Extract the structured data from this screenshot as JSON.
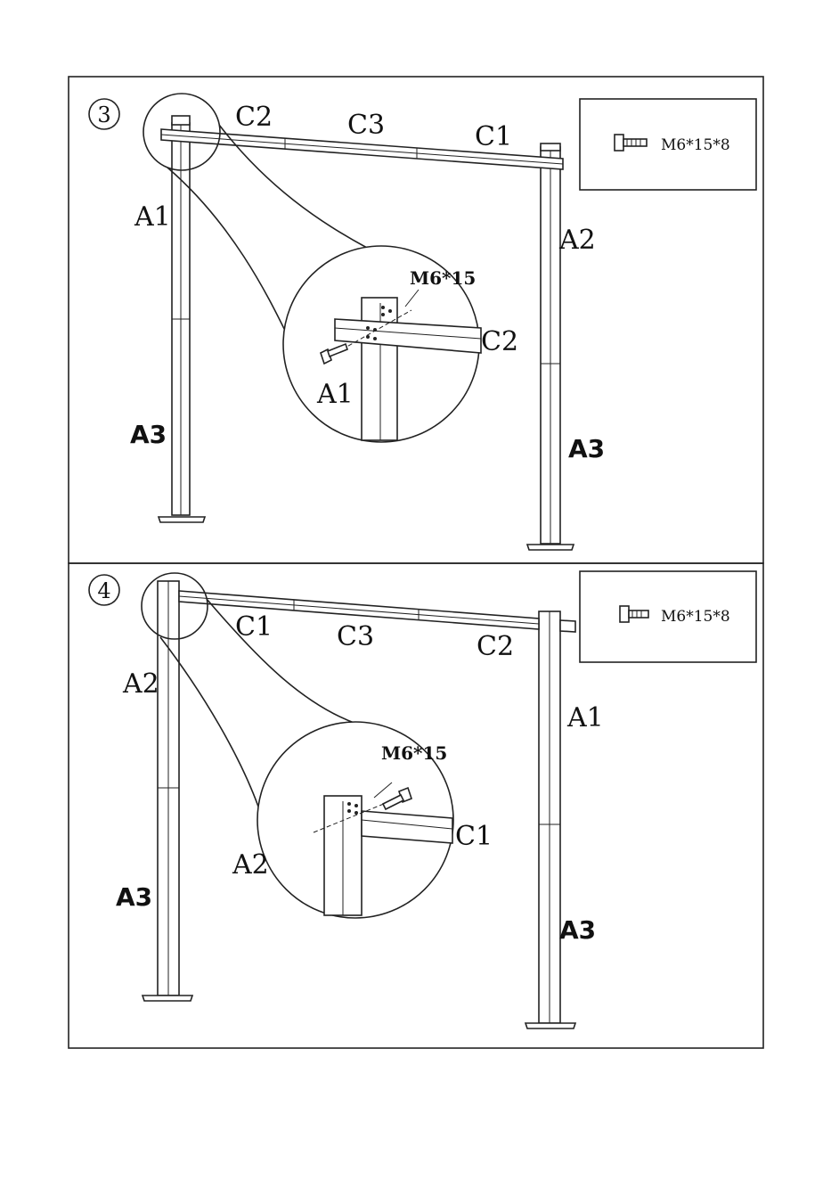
{
  "step3": {
    "number": "3",
    "hardware_label": "M6*15*8",
    "labels": {
      "c2": "C2",
      "c3": "C3",
      "c1": "C1",
      "a1": "A1",
      "a2": "A2",
      "a3_left": "A3",
      "a3_right": "A3",
      "detail_bolt": "M6*15",
      "detail_c2": "C2",
      "detail_a1": "A1"
    }
  },
  "step4": {
    "number": "4",
    "hardware_label": "M6*15*8",
    "labels": {
      "c1": "C1",
      "c3": "C3",
      "c2": "C2",
      "a2": "A2",
      "a1": "A1",
      "a3_left": "A3",
      "a3_right": "A3",
      "detail_bolt": "M6*15",
      "detail_c1": "C1",
      "detail_a2": "A2"
    }
  }
}
